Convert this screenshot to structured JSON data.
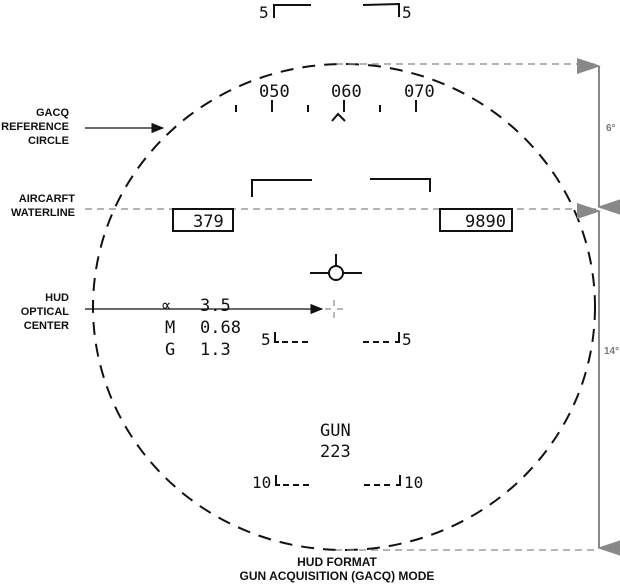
{
  "caption": {
    "line1": "HUD FORMAT",
    "line2": "GUN ACQUISITION (GACQ) MODE"
  },
  "callouts": {
    "gacq_circle": [
      "GACQ",
      "REFERENCE",
      "CIRCLE"
    ],
    "waterline": [
      "AIRCARFT",
      "WATERLINE"
    ],
    "optical_center": [
      "HUD",
      "OPTICAL",
      "CENTER"
    ]
  },
  "dimensions": {
    "upper": "6°",
    "lower": "14°"
  },
  "heading_tape": {
    "labels": [
      "050",
      "060",
      "070"
    ]
  },
  "airspeed_box": "379",
  "altitude_box": "9890",
  "flight_data": {
    "alpha_symbol": "∝",
    "alpha_value": "3.5",
    "mach_label": "M",
    "mach_value": "0.68",
    "g_label": "G",
    "g_value": "1.3"
  },
  "pitch_ladder": {
    "top_left": "5",
    "top_right": "5",
    "mid_left": "5",
    "mid_right": "5",
    "low_left": "10",
    "low_right": "10"
  },
  "weapon": {
    "mode": "GUN",
    "rounds": "223"
  },
  "colors": {
    "symbology": "#111111",
    "dimension_lines": "#888888"
  }
}
